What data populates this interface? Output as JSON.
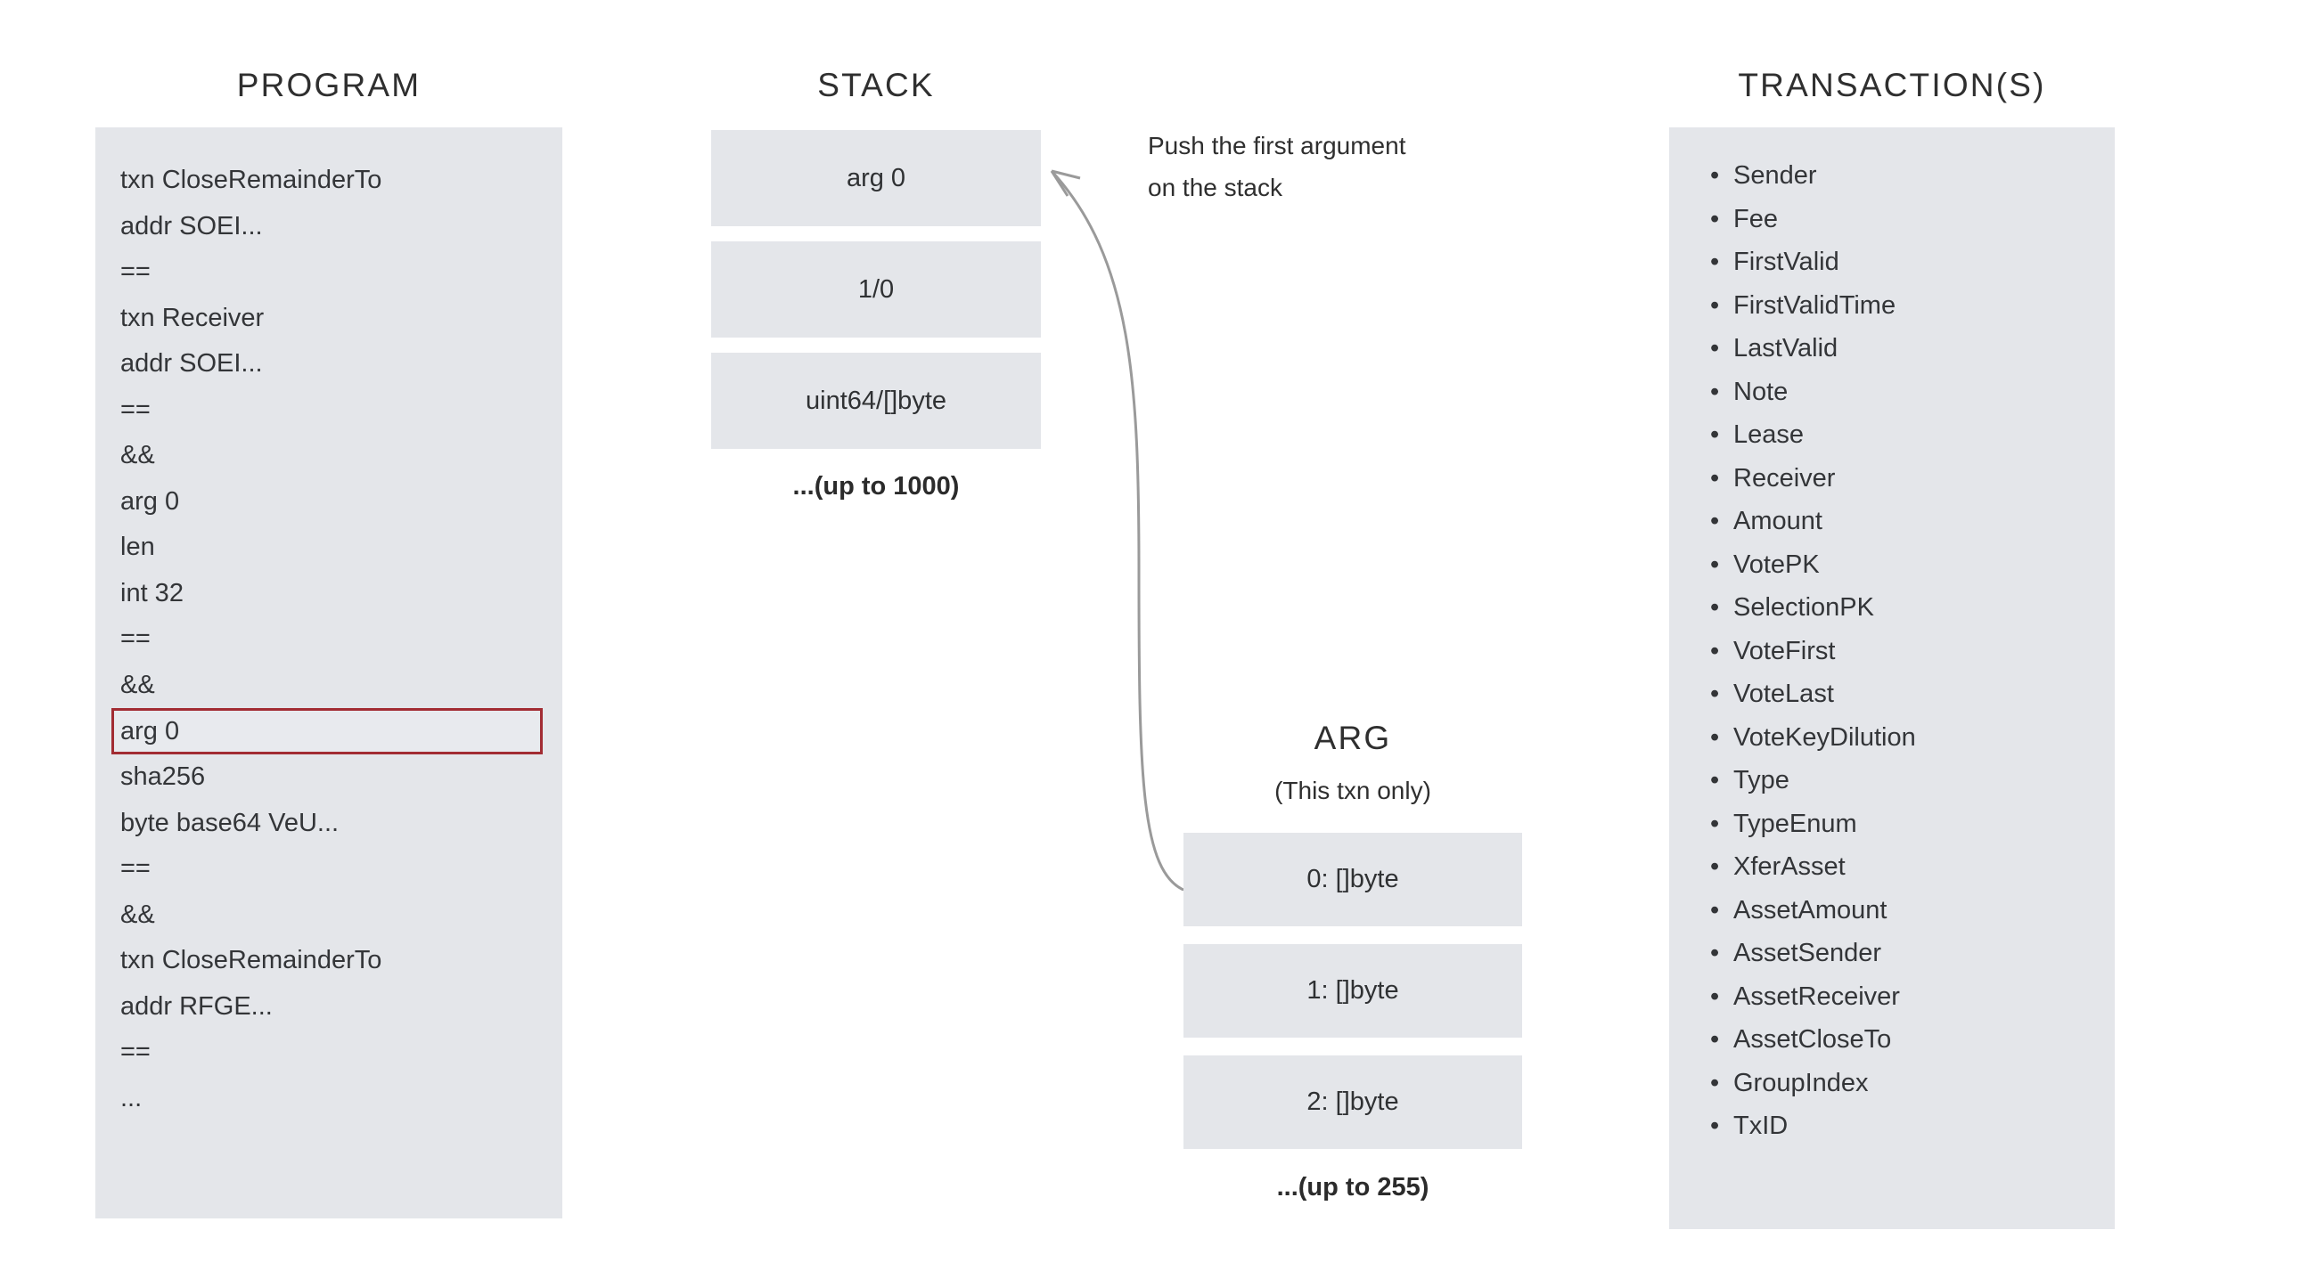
{
  "program": {
    "title": "PROGRAM",
    "lines": [
      {
        "text": "txn CloseRemainderTo",
        "highlighted": false
      },
      {
        "text": "addr SOEI...",
        "highlighted": false
      },
      {
        "text": "==",
        "highlighted": false
      },
      {
        "text": "txn Receiver",
        "highlighted": false
      },
      {
        "text": "addr SOEI...",
        "highlighted": false
      },
      {
        "text": "==",
        "highlighted": false
      },
      {
        "text": "&&",
        "highlighted": false
      },
      {
        "text": "arg 0",
        "highlighted": false
      },
      {
        "text": "len",
        "highlighted": false
      },
      {
        "text": "int 32",
        "highlighted": false
      },
      {
        "text": "==",
        "highlighted": false
      },
      {
        "text": "&&",
        "highlighted": false
      },
      {
        "text": "arg 0",
        "highlighted": true
      },
      {
        "text": "sha256",
        "highlighted": false
      },
      {
        "text": "byte base64 VeU...",
        "highlighted": false
      },
      {
        "text": "==",
        "highlighted": false
      },
      {
        "text": "&&",
        "highlighted": false
      },
      {
        "text": "txn CloseRemainderTo",
        "highlighted": false
      },
      {
        "text": "addr RFGE...",
        "highlighted": false
      },
      {
        "text": "==",
        "highlighted": false
      },
      {
        "text": "...",
        "highlighted": false
      }
    ]
  },
  "stack": {
    "title": "STACK",
    "cells": [
      "arg 0",
      "1/0",
      "uint64/[]byte"
    ],
    "more_caption": "...(up to 1000)"
  },
  "annotation": {
    "push_note_line1": "Push the first argument",
    "push_note_line2": "on the stack"
  },
  "arg": {
    "title": "ARG",
    "subtitle": "(This txn only)",
    "cells": [
      "0: []byte",
      "1: []byte",
      "2: []byte"
    ],
    "more_caption": "...(up to 255)"
  },
  "transactions": {
    "title": "TRANSACTION(S)",
    "bullet": "•",
    "fields": [
      "Sender",
      "Fee",
      "FirstValid",
      "FirstValidTime",
      "LastValid",
      "Note",
      "Lease",
      "Receiver",
      "Amount",
      "VotePK",
      "SelectionPK",
      "VoteFirst",
      "VoteLast",
      "VoteKeyDilution",
      "Type",
      "TypeEnum",
      "XferAsset",
      "AssetAmount",
      "AssetSender",
      "AssetReceiver",
      "AssetCloseTo",
      "GroupIndex",
      "TxID"
    ]
  },
  "colors": {
    "panel_background": "#e4e6ea",
    "highlight_border": "#a22c33",
    "arrow": "#9a9a9a",
    "text": "#333538"
  }
}
